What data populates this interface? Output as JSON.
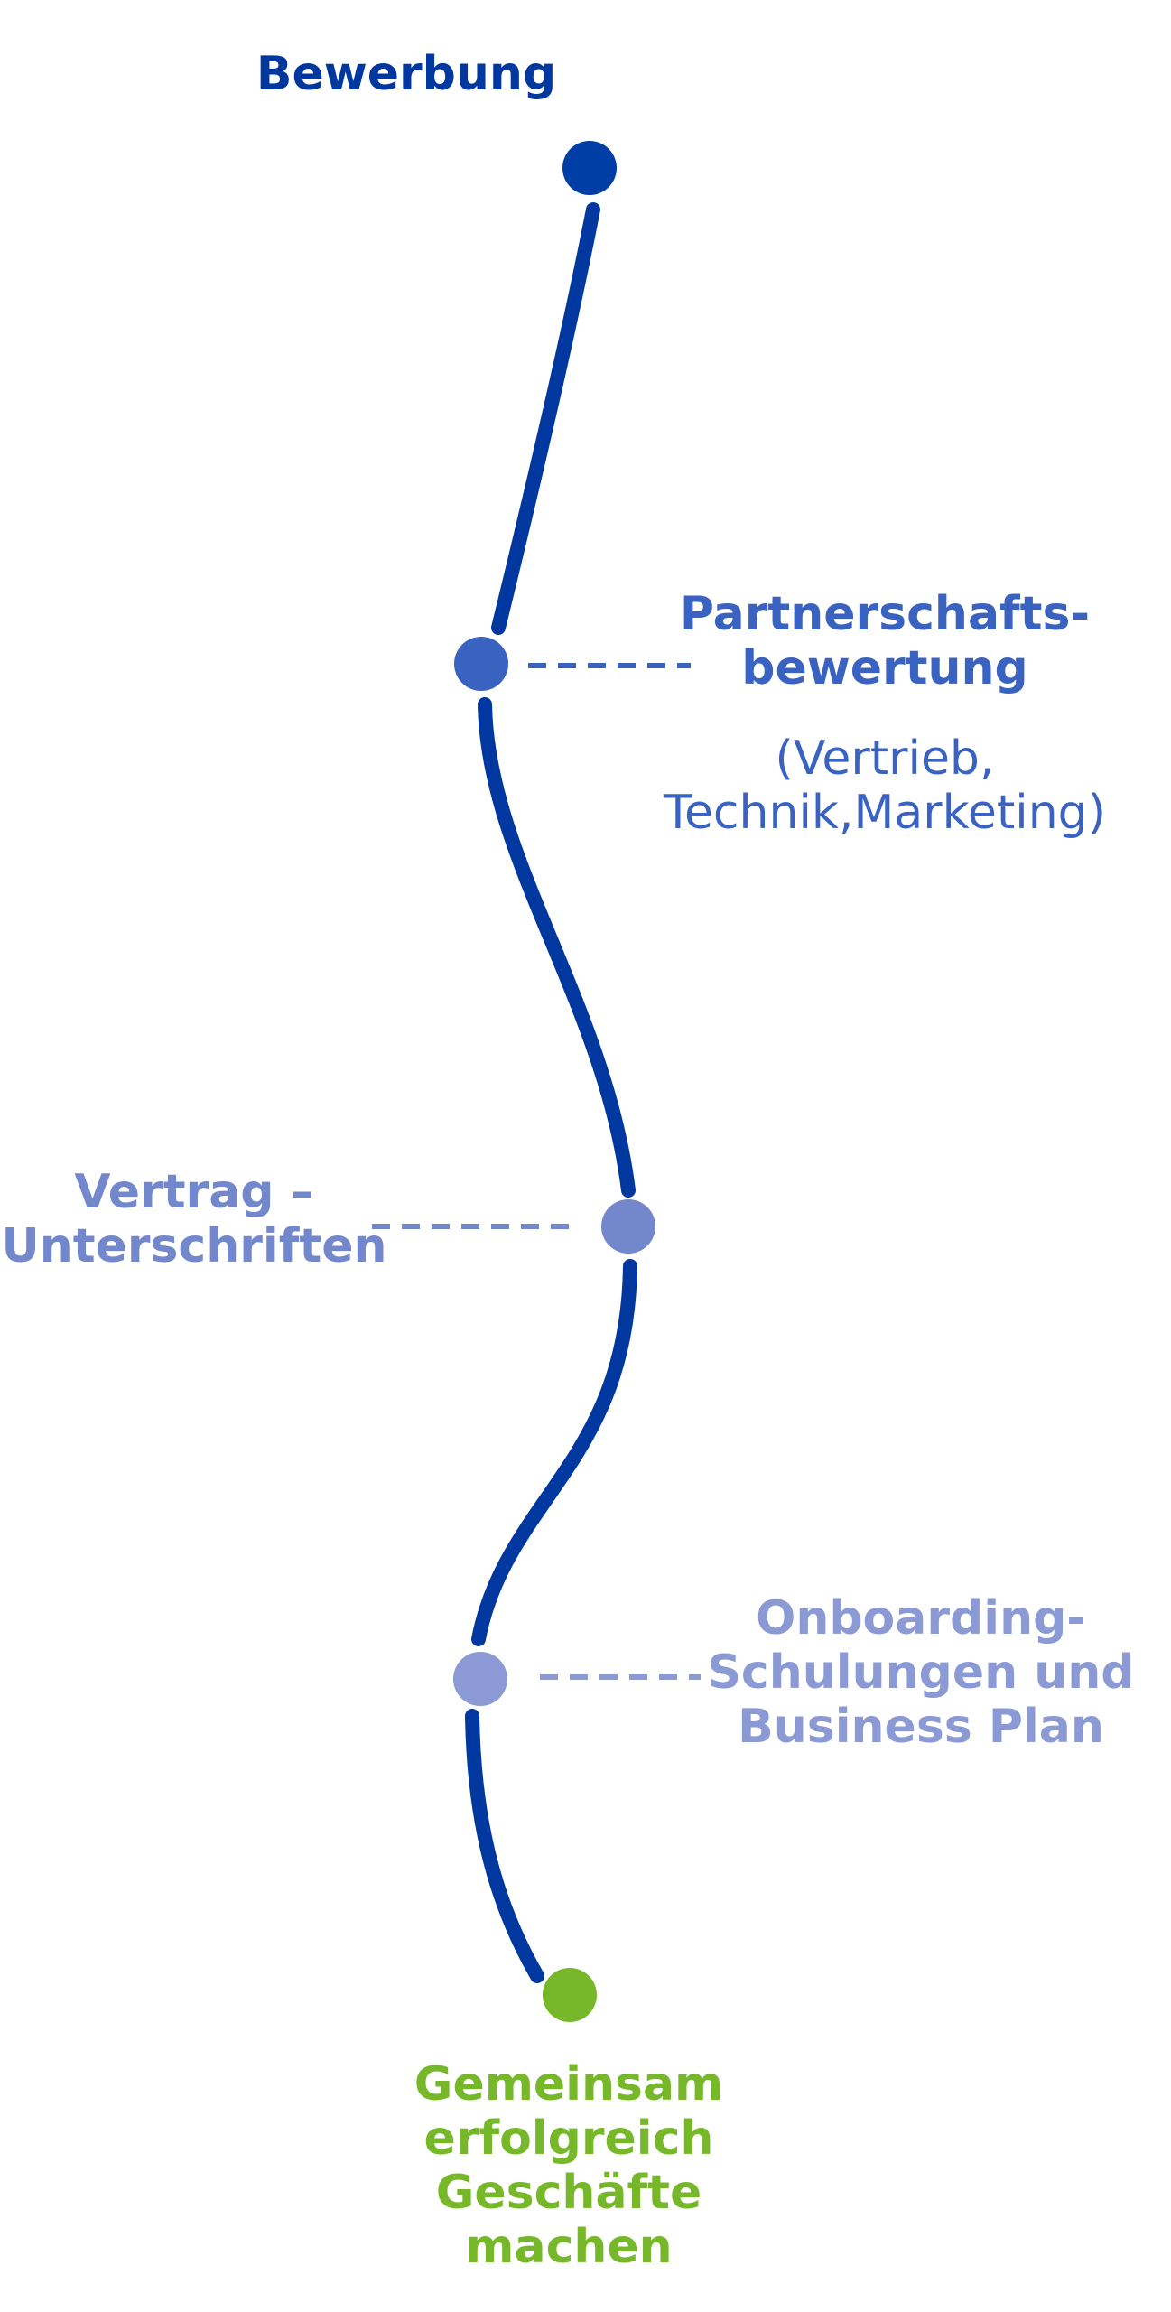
{
  "colors": {
    "path": "#0038A0",
    "step_1": "#003DA5",
    "step_2": "#3A62C1",
    "step_3": "#7387CC",
    "step_4": "#8B99D4",
    "goal": "#76B82A",
    "connector_2": "#3A62C1",
    "connector_3": "#7387CC",
    "connector_4": "#8B99D4"
  },
  "steps": [
    {
      "lines": [
        "Bewerbung"
      ]
    },
    {
      "lines": [
        "Partnerschafts-",
        "bewertung"
      ],
      "detail_lines": [
        "(Vertrieb,",
        "Technik,Marketing)"
      ]
    },
    {
      "lines": [
        "Vertrag –",
        "Unterschriften"
      ]
    },
    {
      "lines": [
        "Onboarding-",
        "Schulungen und",
        "Business Plan"
      ]
    },
    {
      "lines": [
        "Gemeinsam",
        "erfolgreich",
        "Geschäfte",
        "machen"
      ]
    }
  ]
}
